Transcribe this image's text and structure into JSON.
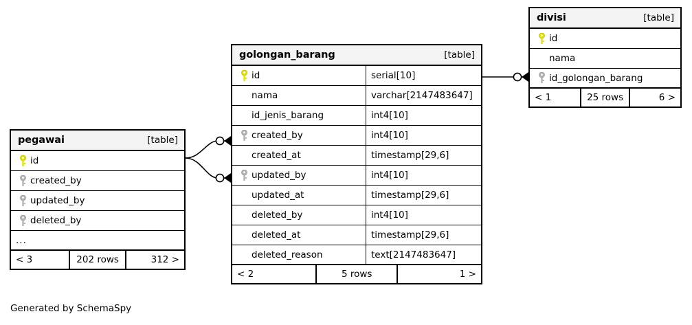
{
  "diagram": {
    "caption": "Generated by SchemaSpy",
    "kind_label": "[table]",
    "colors": {
      "primary_key": "#e3e300",
      "foreign_key": "#b3b3b3",
      "header_background": "#f4f4f4",
      "border": "#000000",
      "background": "#ffffff"
    }
  },
  "tables": {
    "pegawai": {
      "name": "pegawai",
      "kind": "[table]",
      "columns": [
        {
          "key": "primary",
          "name": "id",
          "type": ""
        },
        {
          "key": "foreign",
          "name": "created_by",
          "type": ""
        },
        {
          "key": "foreign",
          "name": "updated_by",
          "type": ""
        },
        {
          "key": "foreign",
          "name": "deleted_by",
          "type": ""
        },
        {
          "key": "none",
          "name": "...",
          "type": ""
        }
      ],
      "footer": {
        "left": "< 3",
        "middle": "202 rows",
        "right": "312 >"
      }
    },
    "golongan_barang": {
      "name": "golongan_barang",
      "kind": "[table]",
      "columns": [
        {
          "key": "primary",
          "name": "id",
          "type": "serial[10]"
        },
        {
          "key": "none",
          "name": "nama",
          "type": "varchar[2147483647]"
        },
        {
          "key": "none",
          "name": "id_jenis_barang",
          "type": "int4[10]"
        },
        {
          "key": "foreign",
          "name": "created_by",
          "type": "int4[10]"
        },
        {
          "key": "none",
          "name": "created_at",
          "type": "timestamp[29,6]"
        },
        {
          "key": "foreign",
          "name": "updated_by",
          "type": "int4[10]"
        },
        {
          "key": "none",
          "name": "updated_at",
          "type": "timestamp[29,6]"
        },
        {
          "key": "none",
          "name": "deleted_by",
          "type": "int4[10]"
        },
        {
          "key": "none",
          "name": "deleted_at",
          "type": "timestamp[29,6]"
        },
        {
          "key": "none",
          "name": "deleted_reason",
          "type": "text[2147483647]"
        }
      ],
      "footer": {
        "left": "< 2",
        "middle": "5 rows",
        "right": "1 >"
      }
    },
    "divisi": {
      "name": "divisi",
      "kind": "[table]",
      "columns": [
        {
          "key": "primary",
          "name": "id",
          "type": ""
        },
        {
          "key": "none",
          "name": "nama",
          "type": ""
        },
        {
          "key": "foreign",
          "name": "id_golongan_barang",
          "type": ""
        }
      ],
      "footer": {
        "left": "< 1",
        "middle": "25 rows",
        "right": "6 >"
      }
    }
  },
  "relationships": [
    {
      "from_table": "pegawai",
      "from_column": "id",
      "to_table": "golongan_barang",
      "to_column": "created_by",
      "cardinality": "zero-or-many"
    },
    {
      "from_table": "pegawai",
      "from_column": "id",
      "to_table": "golongan_barang",
      "to_column": "updated_by",
      "cardinality": "zero-or-many"
    },
    {
      "from_table": "golongan_barang",
      "from_column": "id",
      "to_table": "divisi",
      "to_column": "id_golongan_barang",
      "cardinality": "zero-or-many"
    }
  ]
}
